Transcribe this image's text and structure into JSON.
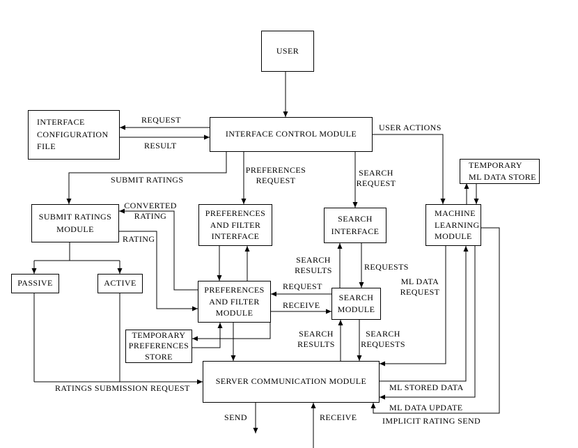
{
  "diagram": {
    "nodes": {
      "user": {
        "lines": [
          "USER"
        ]
      },
      "interface_configuration_file": {
        "lines": [
          "INTERFACE",
          "CONFIGURATION",
          "FILE"
        ]
      },
      "interface_control_module": {
        "lines": [
          "INTERFACE CONTROL MODULE"
        ]
      },
      "temporary_ml_data_store": {
        "lines": [
          "TEMPORARY",
          "ML DATA STORE"
        ]
      },
      "submit_ratings_module": {
        "lines": [
          "SUBMIT RATINGS",
          "MODULE"
        ]
      },
      "preferences_and_filter_interface": {
        "lines": [
          "PREFERENCES",
          "AND FILTER",
          "INTERFACE"
        ]
      },
      "search_interface": {
        "lines": [
          "SEARCH",
          "INTERFACE"
        ]
      },
      "machine_learning_module": {
        "lines": [
          "MACHINE",
          "LEARNING",
          "MODULE"
        ]
      },
      "passive": {
        "lines": [
          "PASSIVE"
        ]
      },
      "active": {
        "lines": [
          "ACTIVE"
        ]
      },
      "preferences_and_filter_module": {
        "lines": [
          "PREFERENCES",
          "AND FILTER",
          "MODULE"
        ]
      },
      "search_module": {
        "lines": [
          "SEARCH",
          "MODULE"
        ]
      },
      "temporary_preferences_store": {
        "lines": [
          "TEMPORARY",
          "PREFERENCES",
          "STORE"
        ]
      },
      "server_communication_module": {
        "lines": [
          "SERVER COMMUNICATION MODULE"
        ]
      }
    },
    "labels": {
      "request": "REQUEST",
      "result": "RESULT",
      "submit_ratings": "SUBMIT RATINGS",
      "preferences_request": [
        "PREFERENCES",
        "REQUEST"
      ],
      "search_request": [
        "SEARCH",
        "REQUEST"
      ],
      "user_actions": "USER ACTIONS",
      "converted_rating": [
        "CONVERTED",
        "RATING"
      ],
      "rating": "RATING",
      "search_results_upper": [
        "SEARCH",
        "RESULTS"
      ],
      "requests": "REQUESTS",
      "ml_data_request": [
        "ML DATA",
        "REQUEST"
      ],
      "request_between_modules": "REQUEST",
      "receive_between_modules": "RECEIVE",
      "search_results_lower": [
        "SEARCH",
        "RESULTS"
      ],
      "search_requests": [
        "SEARCH",
        "REQUESTS"
      ],
      "ratings_submission_request": "RATINGS SUBMISSION REQUEST",
      "ml_stored_data": "ML STORED DATA",
      "ml_data_update": "ML DATA UPDATE",
      "implicit_rating_send": "IMPLICIT RATING SEND",
      "send": "SEND",
      "receive": "RECEIVE"
    },
    "edges": [
      {
        "from": "USER",
        "to": "INTERFACE CONTROL MODULE",
        "label": ""
      },
      {
        "from": "INTERFACE CONTROL MODULE",
        "to": "INTERFACE CONFIGURATION FILE",
        "label": "REQUEST"
      },
      {
        "from": "INTERFACE CONFIGURATION FILE",
        "to": "INTERFACE CONTROL MODULE",
        "label": "RESULT"
      },
      {
        "from": "INTERFACE CONTROL MODULE",
        "to": "SUBMIT RATINGS MODULE",
        "label": "SUBMIT RATINGS"
      },
      {
        "from": "INTERFACE CONTROL MODULE",
        "to": "PREFERENCES AND FILTER INTERFACE",
        "label": "PREFERENCES REQUEST"
      },
      {
        "from": "INTERFACE CONTROL MODULE",
        "to": "SEARCH INTERFACE",
        "label": "SEARCH REQUEST"
      },
      {
        "from": "INTERFACE CONTROL MODULE",
        "to": "MACHINE LEARNING MODULE",
        "label": "USER ACTIONS"
      },
      {
        "from": "MACHINE LEARNING MODULE",
        "to": "TEMPORARY ML DATA STORE",
        "label": ""
      },
      {
        "from": "TEMPORARY ML DATA STORE",
        "to": "MACHINE LEARNING MODULE",
        "label": ""
      },
      {
        "from": "SUBMIT RATINGS MODULE",
        "to": "PASSIVE",
        "label": ""
      },
      {
        "from": "SUBMIT RATINGS MODULE",
        "to": "ACTIVE",
        "label": ""
      },
      {
        "from": "PREFERENCES AND FILTER MODULE",
        "to": "SUBMIT RATINGS MODULE",
        "label": "CONVERTED RATING"
      },
      {
        "from": "SUBMIT RATINGS MODULE",
        "to": "PREFERENCES AND FILTER MODULE",
        "label": "RATING"
      },
      {
        "from": "PREFERENCES AND FILTER INTERFACE",
        "to": "PREFERENCES AND FILTER MODULE",
        "label": ""
      },
      {
        "from": "PREFERENCES AND FILTER MODULE",
        "to": "PREFERENCES AND FILTER INTERFACE",
        "label": ""
      },
      {
        "from": "SEARCH MODULE",
        "to": "SEARCH INTERFACE",
        "label": "SEARCH RESULTS"
      },
      {
        "from": "SEARCH INTERFACE",
        "to": "SEARCH MODULE",
        "label": "REQUESTS"
      },
      {
        "from": "SEARCH MODULE",
        "to": "PREFERENCES AND FILTER MODULE",
        "label": "REQUEST"
      },
      {
        "from": "PREFERENCES AND FILTER MODULE",
        "to": "SEARCH MODULE",
        "label": "RECEIVE"
      },
      {
        "from": "PREFERENCES AND FILTER MODULE",
        "to": "TEMPORARY PREFERENCES STORE",
        "label": ""
      },
      {
        "from": "TEMPORARY PREFERENCES STORE",
        "to": "PREFERENCES AND FILTER MODULE",
        "label": ""
      },
      {
        "from": "PREFERENCES AND FILTER MODULE",
        "to": "SERVER COMMUNICATION MODULE",
        "label": ""
      },
      {
        "from": "SERVER COMMUNICATION MODULE",
        "to": "SEARCH MODULE",
        "label": "SEARCH RESULTS"
      },
      {
        "from": "SEARCH MODULE",
        "to": "SERVER COMMUNICATION MODULE",
        "label": "SEARCH REQUESTS"
      },
      {
        "from": "PASSIVE",
        "to": "SERVER COMMUNICATION MODULE",
        "label": "RATINGS SUBMISSION REQUEST"
      },
      {
        "from": "ACTIVE",
        "to": "SERVER COMMUNICATION MODULE",
        "label": "RATINGS SUBMISSION REQUEST"
      },
      {
        "from": "MACHINE LEARNING MODULE",
        "to": "SERVER COMMUNICATION MODULE",
        "label": "ML DATA REQUEST"
      },
      {
        "from": "SERVER COMMUNICATION MODULE",
        "to": "MACHINE LEARNING MODULE",
        "label": "ML STORED DATA"
      },
      {
        "from": "MACHINE LEARNING MODULE",
        "to": "SERVER COMMUNICATION MODULE",
        "label": "ML DATA UPDATE"
      },
      {
        "from": "MACHINE LEARNING MODULE",
        "to": "SERVER COMMUNICATION MODULE",
        "label": "IMPLICIT RATING SEND"
      },
      {
        "from": "SERVER COMMUNICATION MODULE",
        "to": "off-diagram",
        "label": "SEND"
      },
      {
        "from": "off-diagram",
        "to": "SERVER COMMUNICATION MODULE",
        "label": "RECEIVE"
      }
    ]
  }
}
